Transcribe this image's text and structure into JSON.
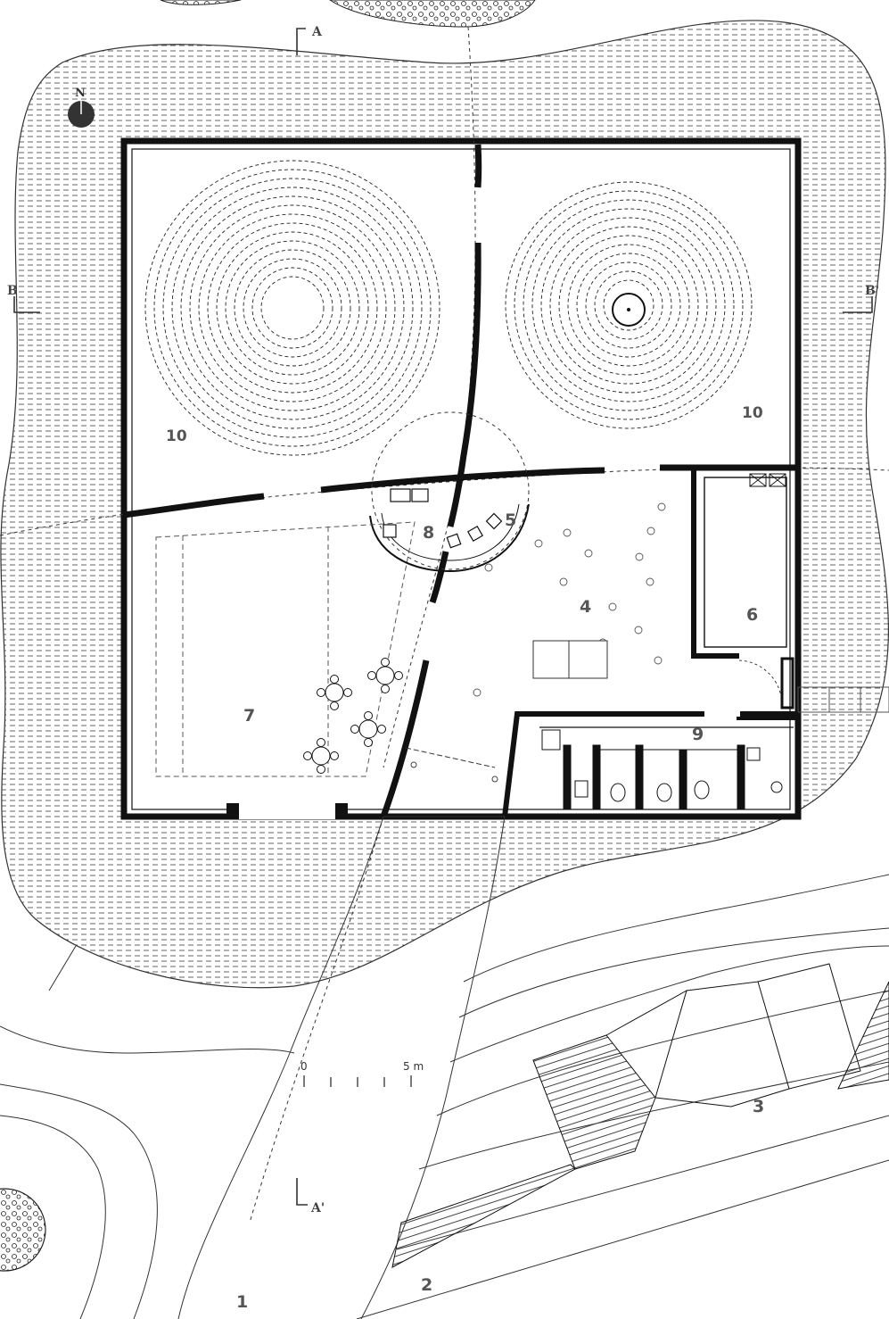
{
  "north": {
    "label": "N",
    "icon": "north-arrow-icon"
  },
  "sections": {
    "a": "A",
    "a_prime": "A'",
    "b": "B",
    "b_prime": "B'"
  },
  "scale": {
    "start": "0",
    "end": "5 m"
  },
  "rooms": {
    "r1": "1",
    "r2": "2",
    "r3": "3",
    "r4": "4",
    "r5": "5",
    "r6": "6",
    "r7": "7",
    "r8": "8",
    "r9": "9",
    "r10a": "10",
    "r10b": "10"
  },
  "colors": {
    "wall": "#111111",
    "line": "#333333",
    "hatch": "#666666"
  }
}
